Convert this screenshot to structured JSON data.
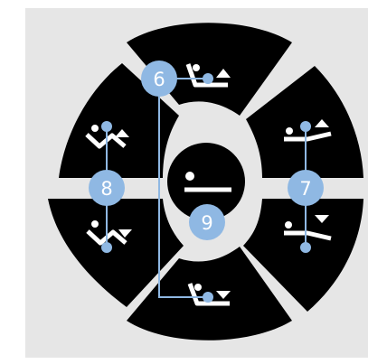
{
  "diagram": {
    "colors": {
      "background": "#ffffff",
      "panel": "#e6e6e6",
      "pad": "#000000",
      "icon": "#ffffff",
      "callout": "#8fb8e3",
      "callout_line": "#8fb8e3",
      "callout_text": "#ffffff"
    },
    "callouts": [
      {
        "id": "back-section",
        "label": "6"
      },
      {
        "id": "legs-section",
        "label": "7"
      },
      {
        "id": "knees-section",
        "label": "8"
      },
      {
        "id": "flat-position",
        "label": "9"
      }
    ],
    "buttons": [
      {
        "id": "back-up",
        "icon": "back-raise-up-icon"
      },
      {
        "id": "back-down",
        "icon": "back-lower-down-icon"
      },
      {
        "id": "legs-up",
        "icon": "legs-raise-up-icon"
      },
      {
        "id": "legs-down",
        "icon": "legs-lower-down-icon"
      },
      {
        "id": "knees-up",
        "icon": "knees-raise-up-icon"
      },
      {
        "id": "knees-down",
        "icon": "knees-lower-down-icon"
      },
      {
        "id": "flat",
        "icon": "flat-bed-icon"
      }
    ]
  }
}
